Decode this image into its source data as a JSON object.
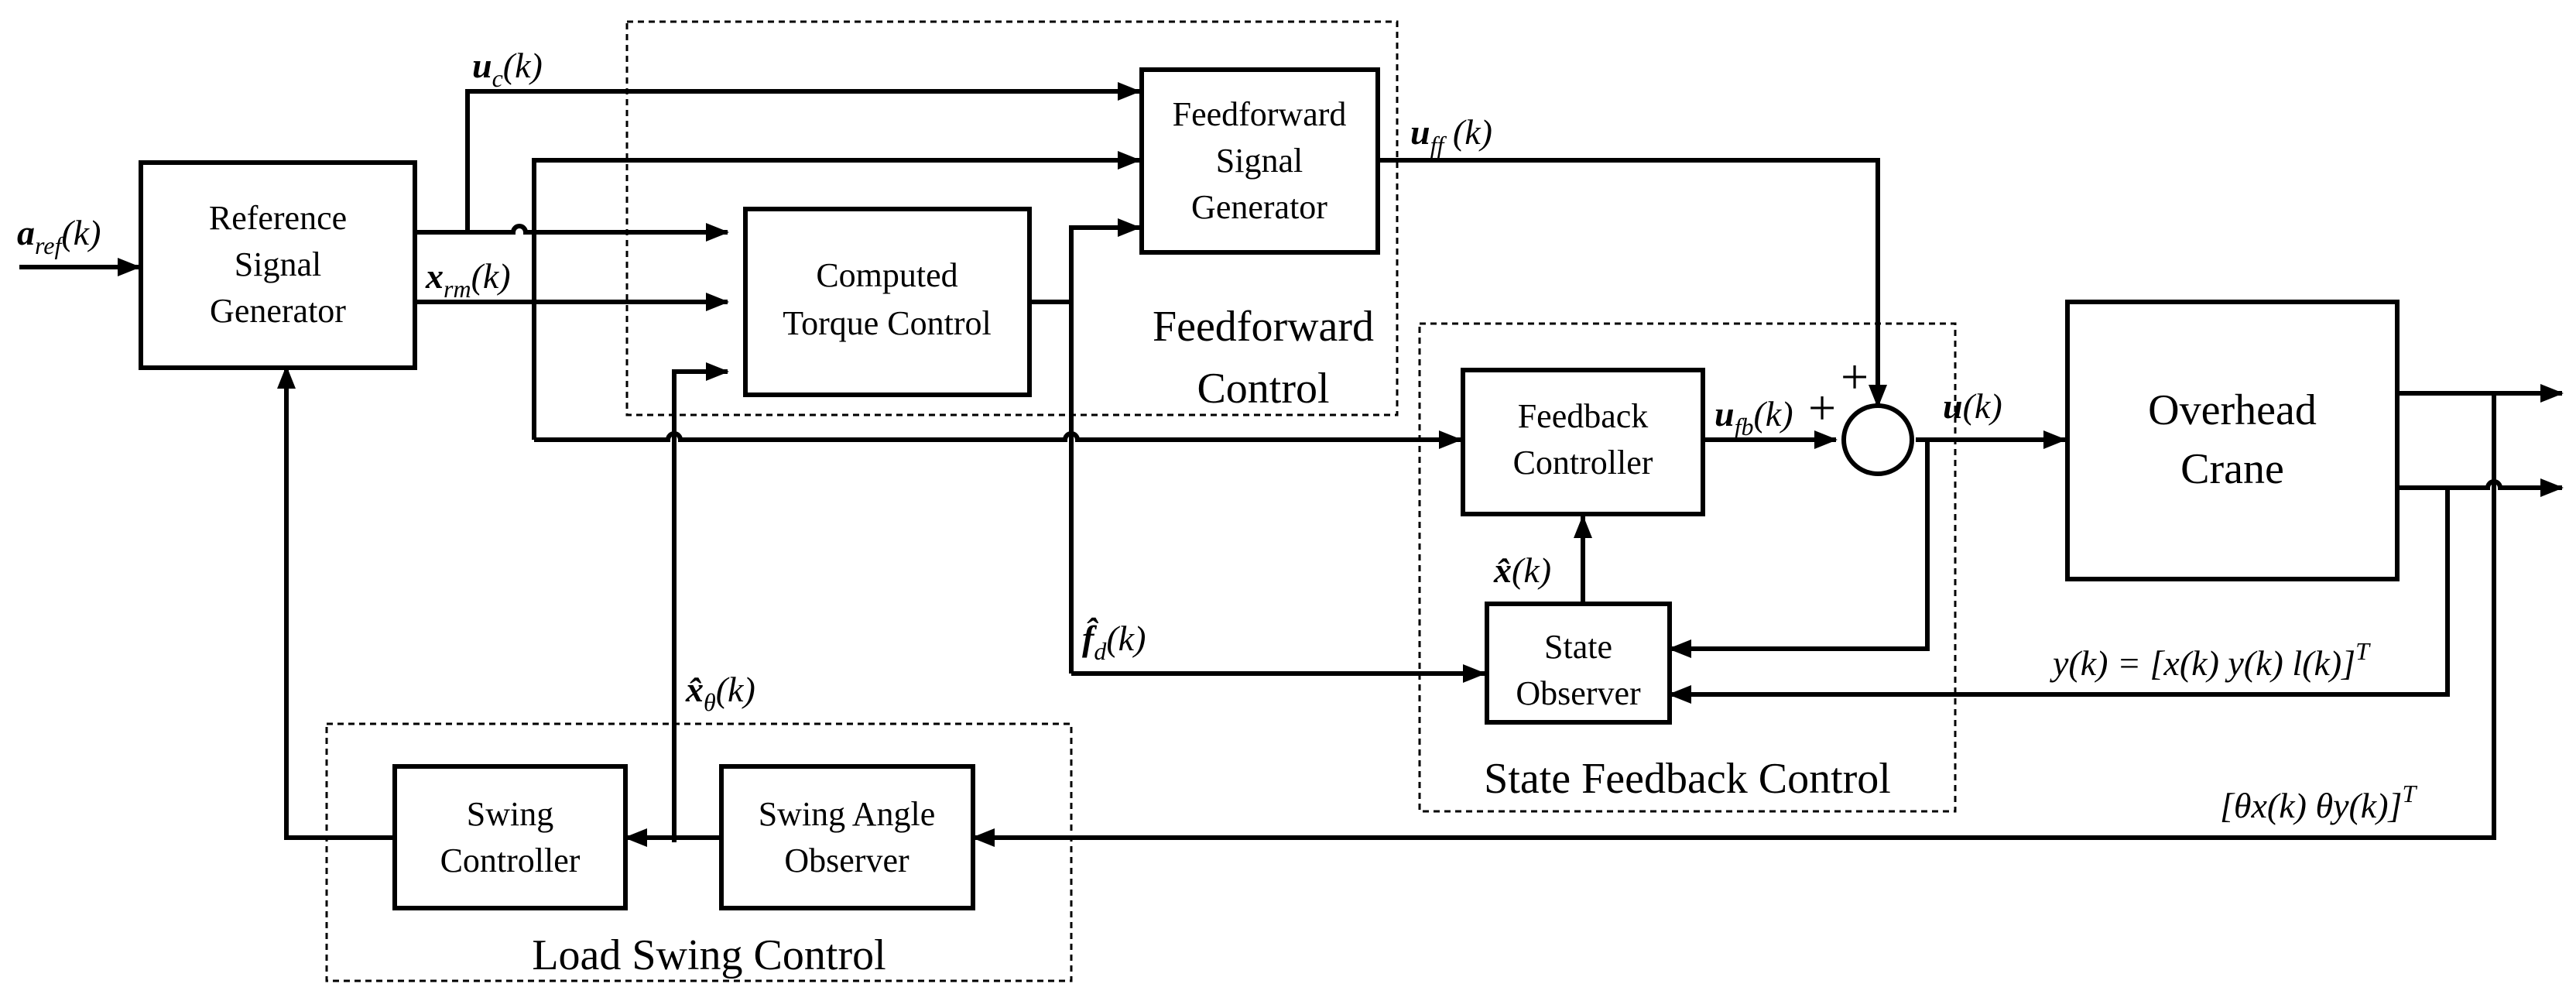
{
  "blocks": {
    "ref_gen": [
      "Reference",
      "Signal",
      "Generator"
    ],
    "ff_gen": [
      "Feedforward",
      "Signal",
      "Generator"
    ],
    "ctc": [
      "Computed",
      "Torque Control"
    ],
    "fb_ctrl": [
      "Feedback",
      "Controller"
    ],
    "state_obs": [
      "State",
      "Observer"
    ],
    "crane": [
      "Overhead",
      "Crane"
    ],
    "swing_ctrl": [
      "Swing",
      "Controller"
    ],
    "swing_obs": [
      "Swing Angle",
      "Observer"
    ]
  },
  "groups": {
    "feedforward": [
      "Feedforward",
      "Control"
    ],
    "state_feedback": "State Feedback Control",
    "load_swing": "Load Swing Control"
  },
  "signals": {
    "a_ref": {
      "main": "a",
      "sub": "ref",
      "arg": "(k)"
    },
    "u_c": {
      "main": "u",
      "sub": "c",
      "arg": "(k)"
    },
    "x_rm": {
      "main": "x",
      "sub": "rm",
      "arg": "(k)"
    },
    "u_ff": {
      "main": "u",
      "sub": "ff",
      "arg": " (k)"
    },
    "u_fb": {
      "main": "u",
      "sub": "fb",
      "arg": "(k)"
    },
    "u": {
      "main": "u",
      "arg": "(k)"
    },
    "x_hat": {
      "main": "x̂",
      "arg": "(k)"
    },
    "f_hat_d": {
      "main": "f̂",
      "sub": "d",
      "arg": "(k)"
    },
    "x_hat_theta": {
      "main": "x̂",
      "sub": "θ",
      "arg": "(k)"
    },
    "y_eq": "y(k) = [x(k)  y(k)  l(k)]",
    "y_eq_sup": "T",
    "theta_vec": "[θx(k)  θy(k)]",
    "theta_vec_sup": "T"
  },
  "sum_signs": {
    "top": "+",
    "left": "+"
  }
}
